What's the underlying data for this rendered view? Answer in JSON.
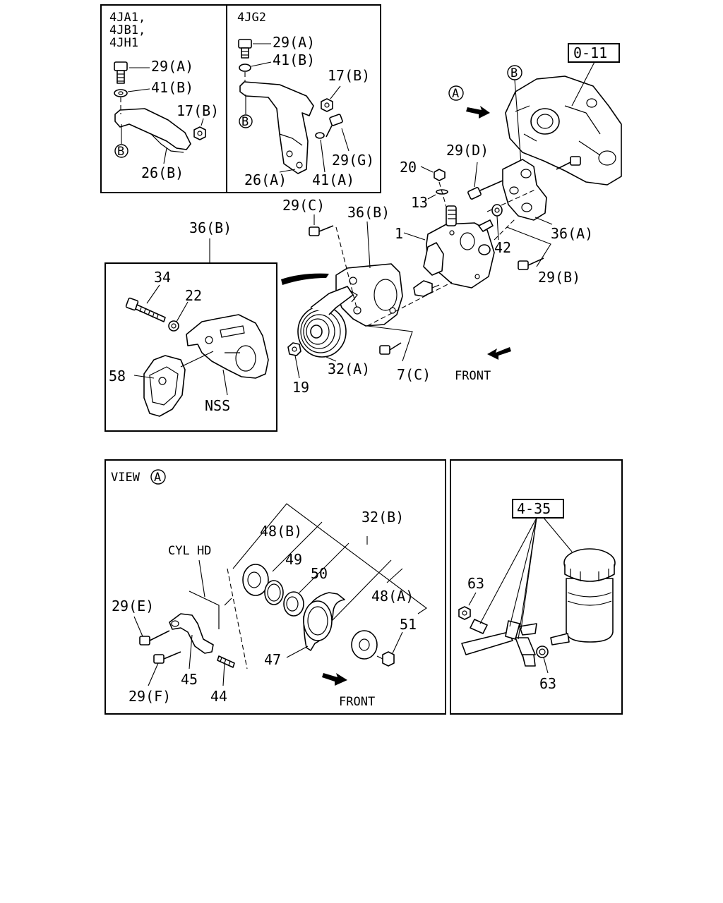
{
  "panel_variants": {
    "models_left": [
      "4JA1,",
      "4JB1,",
      "4JH1"
    ],
    "model_right": "4JG2"
  },
  "labels": {
    "l_29A": "29(A)",
    "l_41B": "41(B)",
    "l_17B": "17(B)",
    "l_B1": "B",
    "l_26B": "26(B)",
    "r_29A": "29(A)",
    "r_41B": "41(B)",
    "r_17B": "17(B)",
    "r_B": "B",
    "r_29G": "29(G)",
    "r_26A": "26(A)",
    "r_41A": "41(A)",
    "ref_0_11": "0-11",
    "mB": "B",
    "mA": "A",
    "m20": "20",
    "m29D": "29(D)",
    "m13": "13",
    "m29C": "29(C)",
    "m36B": "36(B)",
    "m1": "1",
    "m42": "42",
    "m36A": "36(A)",
    "m29B": "29(B)",
    "m19": "19",
    "m32A": "32(A)",
    "m7C": "7(C)",
    "front1": "FRONT",
    "d36B": "36(B)",
    "d34": "34",
    "d22": "22",
    "d58": "58",
    "dNSS": "NSS",
    "view_title": "VIEW",
    "view_A": "A",
    "v32B": "32(B)",
    "v48B": "48(B)",
    "v49": "49",
    "v50": "50",
    "vCYL": "CYL HD",
    "v48A": "48(A)",
    "v29E": "29(E)",
    "v51": "51",
    "v47": "47",
    "v45": "45",
    "v29F": "29(F)",
    "v44": "44",
    "front2": "FRONT",
    "ref_4_35": "4-35",
    "t63a": "63",
    "t63b": "63"
  }
}
